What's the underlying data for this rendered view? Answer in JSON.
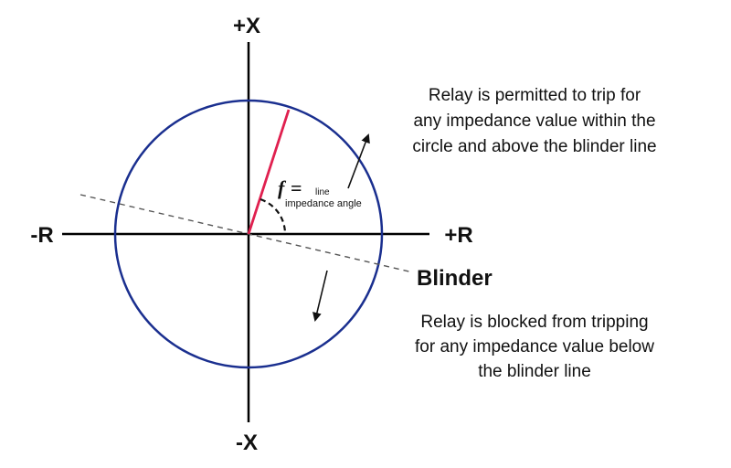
{
  "axes": {
    "pos_x": "+X",
    "neg_x": "-X",
    "neg_r": "-R",
    "pos_r": "+R"
  },
  "blinder": {
    "label": "Blinder"
  },
  "angle": {
    "symbol": "f",
    "equals": "=",
    "line_word": "line",
    "subtitle": "impedance angle"
  },
  "notes": {
    "permitted": [
      "Relay is permitted to trip for",
      "any impedance value within the",
      "circle and above the blinder line"
    ],
    "blocked": [
      "Relay is blocked from tripping",
      "for any impedance value below",
      "the blinder line"
    ]
  },
  "colors": {
    "circle": "#1a2f8f",
    "impedance_line": "#e0204f",
    "axes": "#000000",
    "blinder": "#555555"
  }
}
